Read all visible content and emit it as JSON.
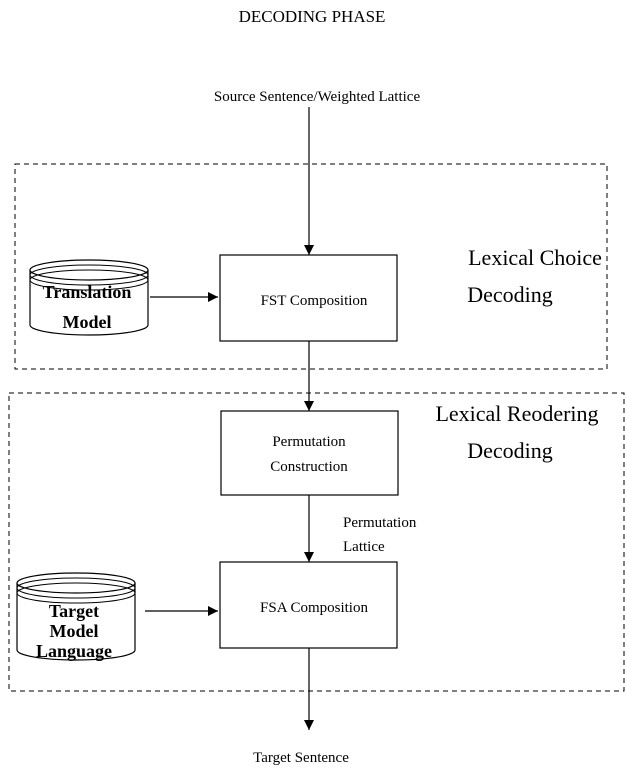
{
  "title": "DECODING PHASE",
  "input": "Source Sentence/Weighted Lattice",
  "output": "Target Sentence",
  "stages": [
    {
      "label": "Lexical Choice",
      "label2": "Decoding"
    },
    {
      "label": "Lexical Reodering",
      "label2": "Decoding"
    }
  ],
  "boxes": {
    "fst": "FST Composition",
    "perm_1": "Permutation",
    "perm_2": "Construction",
    "fsa": "FSA Composition"
  },
  "edge_label": {
    "line1": "Permutation",
    "line2": "Lattice"
  },
  "databases": {
    "translation": {
      "line1": "Translation",
      "line2": "Model"
    },
    "target": {
      "line1": "Target",
      "line2": "Model",
      "line3": "Language"
    }
  }
}
